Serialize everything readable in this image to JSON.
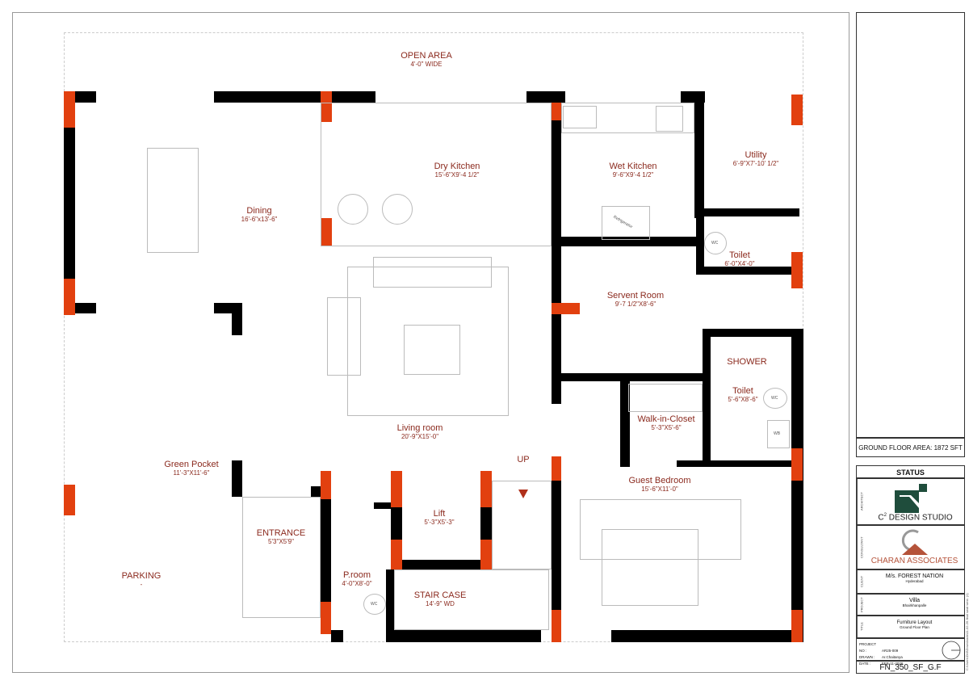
{
  "plan": {
    "open_area": {
      "name": "OPEN AREA",
      "dim": "4'-0\" WIDE"
    },
    "rooms": [
      {
        "key": "dining",
        "name": "Dining",
        "dim": "16'-6\"x13'-6\""
      },
      {
        "key": "dry-kitchen",
        "name": "Dry Kitchen",
        "dim": "15'-6\"X9'-4 1/2\""
      },
      {
        "key": "wet-kitchen",
        "name": "Wet Kitchen",
        "dim": "9'-6\"X9'-4 1/2\""
      },
      {
        "key": "utility",
        "name": "Utility",
        "dim": "6'-9\"X7'-10' 1/2\""
      },
      {
        "key": "toilet-1",
        "name": "Toilet",
        "dim": "6'-0\"X4'-0\""
      },
      {
        "key": "servent-room",
        "name": "Servent Room",
        "dim": "9'-7 1/2\"X8'-6\""
      },
      {
        "key": "shower",
        "name": "SHOWER",
        "dim": ""
      },
      {
        "key": "toilet-2",
        "name": "Toilet",
        "dim": "5'-6\"X8'-6\""
      },
      {
        "key": "walk-in-closet",
        "name": "Walk-in-Closet",
        "dim": "5'-3\"X5'-6\""
      },
      {
        "key": "living-room",
        "name": "Living room",
        "dim": "20'-9\"X15'-0\""
      },
      {
        "key": "green-pocket",
        "name": "Green Pocket",
        "dim": "11'-3\"X11'-6\""
      },
      {
        "key": "lift",
        "name": "Lift",
        "dim": "5'-3\"X5'-3\""
      },
      {
        "key": "guest-bedroom",
        "name": "Guest Bedroom",
        "dim": "15'-6\"X11'-0\""
      },
      {
        "key": "entrance",
        "name": "ENTRANCE",
        "dim": "5'3\"X5'9\""
      },
      {
        "key": "p-room",
        "name": "P.room",
        "dim": "4'-0\"X8'-0\""
      },
      {
        "key": "stair-case",
        "name": "STAIR CASE",
        "dim": "14'-9\" WD"
      },
      {
        "key": "parking",
        "name": "PARKING",
        "dim": "-"
      }
    ],
    "up_label": "UP",
    "fixture_labels": {
      "wc": "WC",
      "wb": "WB",
      "fridge": "Refrigerator"
    }
  },
  "title_block": {
    "area": "GROUND FLOOR AREA: 1872 SFT",
    "status": "STATUS",
    "side_labels": {
      "architect": "ARCHITECT",
      "consultant": "CONSULTANT",
      "client": "CLIENT",
      "project": "PROJECT",
      "title": "TITLE"
    },
    "architect": {
      "name_prefix": "C",
      "sup": "2",
      "name_rest": " DESIGN STUDIO",
      "color": "#1f4d3c"
    },
    "consultant": {
      "name": "CHARAN ASSOCIATES",
      "color": "#b5533a"
    },
    "client": {
      "name": "M/s. FOREST NATION",
      "sub": "Hyderabad"
    },
    "project": {
      "name": "Villa",
      "sub": "Bhairkhanpalle"
    },
    "title": {
      "name": "Furniture Layout",
      "sub": "Ground Floor Plan"
    },
    "info": [
      {
        "label": "PROJECT NO :",
        "value": "AR25-009"
      },
      {
        "label": "DRAWN :",
        "value": "Ar.Chaitanya"
      },
      {
        "label": "DATE :",
        "value": "FEB-11-2026"
      }
    ],
    "sheet": "FN_350_SF_G.F",
    "file_path": "C:\\Users\\Dell\\Downloads\\11-02-26-final sasti west. (1)"
  },
  "colors": {
    "wall": "#000000",
    "column": "#e2400f",
    "label": "#8b2a1e"
  }
}
